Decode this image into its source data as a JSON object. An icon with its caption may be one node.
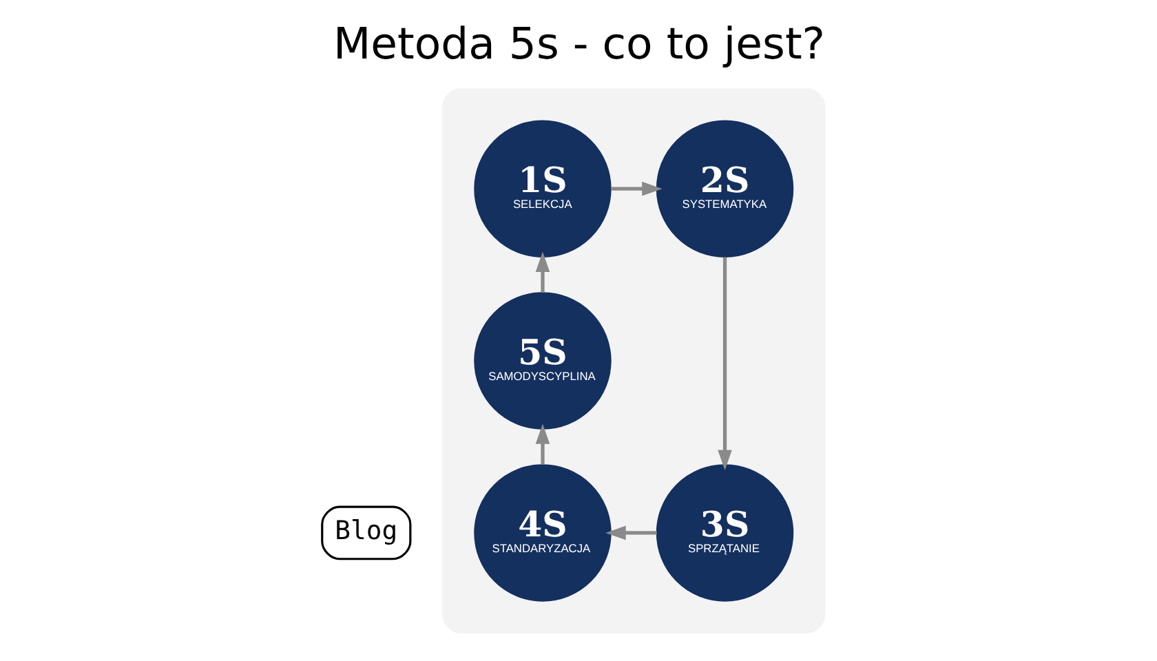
{
  "diagram": {
    "title": "Metoda 5s - co to jest?",
    "nodes": [
      {
        "text": [],
        "shape": "box"
      },
      {
        "text": [
          "1S",
          "SELEKCJA"
        ],
        "in": 0
      },
      {
        "text": [
          "2S",
          "SYSTEMATYKA"
        ],
        "in": 0
      },
      {
        "text": [
          "5S",
          "SAMODYSCYPLINA"
        ],
        "in": 0
      },
      {
        "text": [
          "4S",
          "STANDARYZACJA"
        ],
        "in": 0
      },
      {
        "text": [
          "3S",
          "SPRZĄTANIE"
        ],
        "in": 0
      },
      {
        "text": [
          "Blog"
        ]
      }
    ],
    "edges": [
      {
        "from": 1,
        "to": 2,
        "arrow": "to"
      },
      {
        "from": 2,
        "to": 5,
        "arrow": "to"
      },
      {
        "from": 5,
        "to": 4,
        "arrow": "to"
      },
      {
        "from": 4,
        "to": 3,
        "arrow": "to"
      },
      {
        "from": 3,
        "to": 1,
        "arrow": "to"
      }
    ]
  }
}
